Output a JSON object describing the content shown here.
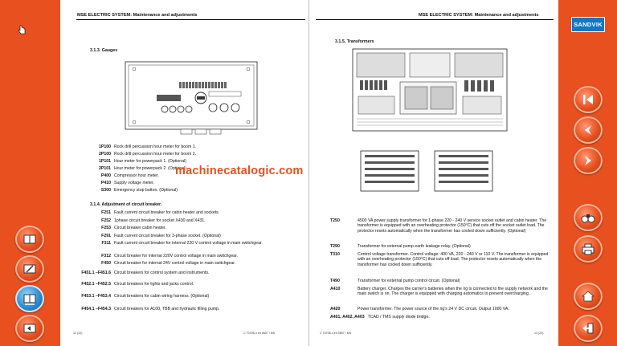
{
  "watermark": "machinecatalogic.com",
  "logo": "SANDVIK",
  "left_page": {
    "header": "MSE ELECTRIC SYSTEM: Maintenance and adjustments",
    "section_gauges": "3.1.3.    Gauges",
    "gauges": [
      {
        "code": "1P100",
        "desc": "Rock drill percussion hour meter for boom 1."
      },
      {
        "code": "2P100",
        "desc": "Rock drill percussion hour meter for boom 2."
      },
      {
        "code": "1P101",
        "desc": "Hour meter for powerpack 1. (Optional)"
      },
      {
        "code": "2P101",
        "desc": "Hour meter for powerpack 2. (Optional)"
      },
      {
        "code": "P400",
        "desc": "Compressor hour meter."
      },
      {
        "code": "P410",
        "desc": "Supply voltage meter."
      },
      {
        "code": "S300",
        "desc": "Emergency stop button. (Optional)"
      }
    ],
    "section_breakers": "3.1.4.    Adjustment of circuit breaker.",
    "breakers": [
      {
        "code": "F251",
        "desc": "Fault current circuit breaker for cabin heater and sockets."
      },
      {
        "code": "F252",
        "desc": "1phase circuit breaker for socket X430 and X431."
      },
      {
        "code": "F253",
        "desc": "Circuit breaker cabin heater."
      },
      {
        "code": "F291",
        "desc": "Fault current circuit breaker for 3-phase socket. (Optional)"
      },
      {
        "code": "F311",
        "desc": "Fault current circuit breaker for internal 220 V control voltage in main switchgear."
      },
      {
        "code": "F312",
        "desc": "Circuit breaker for internal 220V control voltage in main switchgear."
      },
      {
        "code": "F450",
        "desc": "Circuit breaker for internal 24V control voltage in main switchgear."
      },
      {
        "code": "F451.1 –F451.6",
        "desc": "Circuit breakers for control system and instruments."
      },
      {
        "code": "F452.1 –F452.5",
        "desc": "Circuit breakers for lights and jacks control."
      },
      {
        "code": "F453.1 –F453.4",
        "desc": "Circuit breakers for cabin wiring harness. (Optional)"
      },
      {
        "code": "F454.1 –F454.3",
        "desc": "Circuit breakers for A100, TBB and hydraulic filling pump."
      }
    ],
    "footer_page": "12 (22)",
    "footer_doc": "C 70706-4 en 0607 / MS"
  },
  "right_page": {
    "header": "MSE ELECTRIC SYSTEM: Maintenance and adjustments",
    "section_transformers": "3.1.5.    Transformers",
    "items": [
      {
        "code": "T250",
        "desc": "4500 VA power supply transformer for 1-phase 220 - 240 V service socket outlet and cabin heater. The transformer is equipped with an overheating protector (150°C) that cuts off the socket outlet load. The protector resets automatically when the transformer has cooled down sufficiently. (Optional)"
      },
      {
        "code": "T290",
        "desc": "Transformer for external pump earth leakage relay. (Optional)"
      },
      {
        "code": "T310",
        "desc": "Control voltage transformer. Control voltage: 400 VA, 220 - 240 V or 110 V. The transformer is equipped with an overheating protector (150°C) that cuts off load. The protector resets automatically when the transformer has cooled down sufficiently."
      },
      {
        "code": "T490",
        "desc": "Transformer for external pump control circuit. (Optional)"
      },
      {
        "code": "A410",
        "desc": "Battery charger. Charges the carrier's batteries when the rig is connected to the supply network and the main switch is on. The charger is equipped with charging automatics to prevent overcharging."
      },
      {
        "code": "A420",
        "desc": "Power transformer. The power source of the rig's 24 V DC circuit. Output 1000 VA."
      },
      {
        "code": "A401, A402, A403",
        "desc": "TCAD / TMS supply diode bridge."
      }
    ],
    "footer_doc": "C 70706-4 en 0607 / MS",
    "footer_page": "13 (22)"
  },
  "nav_icons": {
    "left": [
      "book-icon",
      "book-edit-icon",
      "book-view-icon",
      "book-back-icon"
    ],
    "right": [
      "first-page-icon",
      "previous-page-icon",
      "next-page-icon",
      "binoculars-icon",
      "print-icon",
      "home-icon",
      "exit-icon"
    ]
  }
}
